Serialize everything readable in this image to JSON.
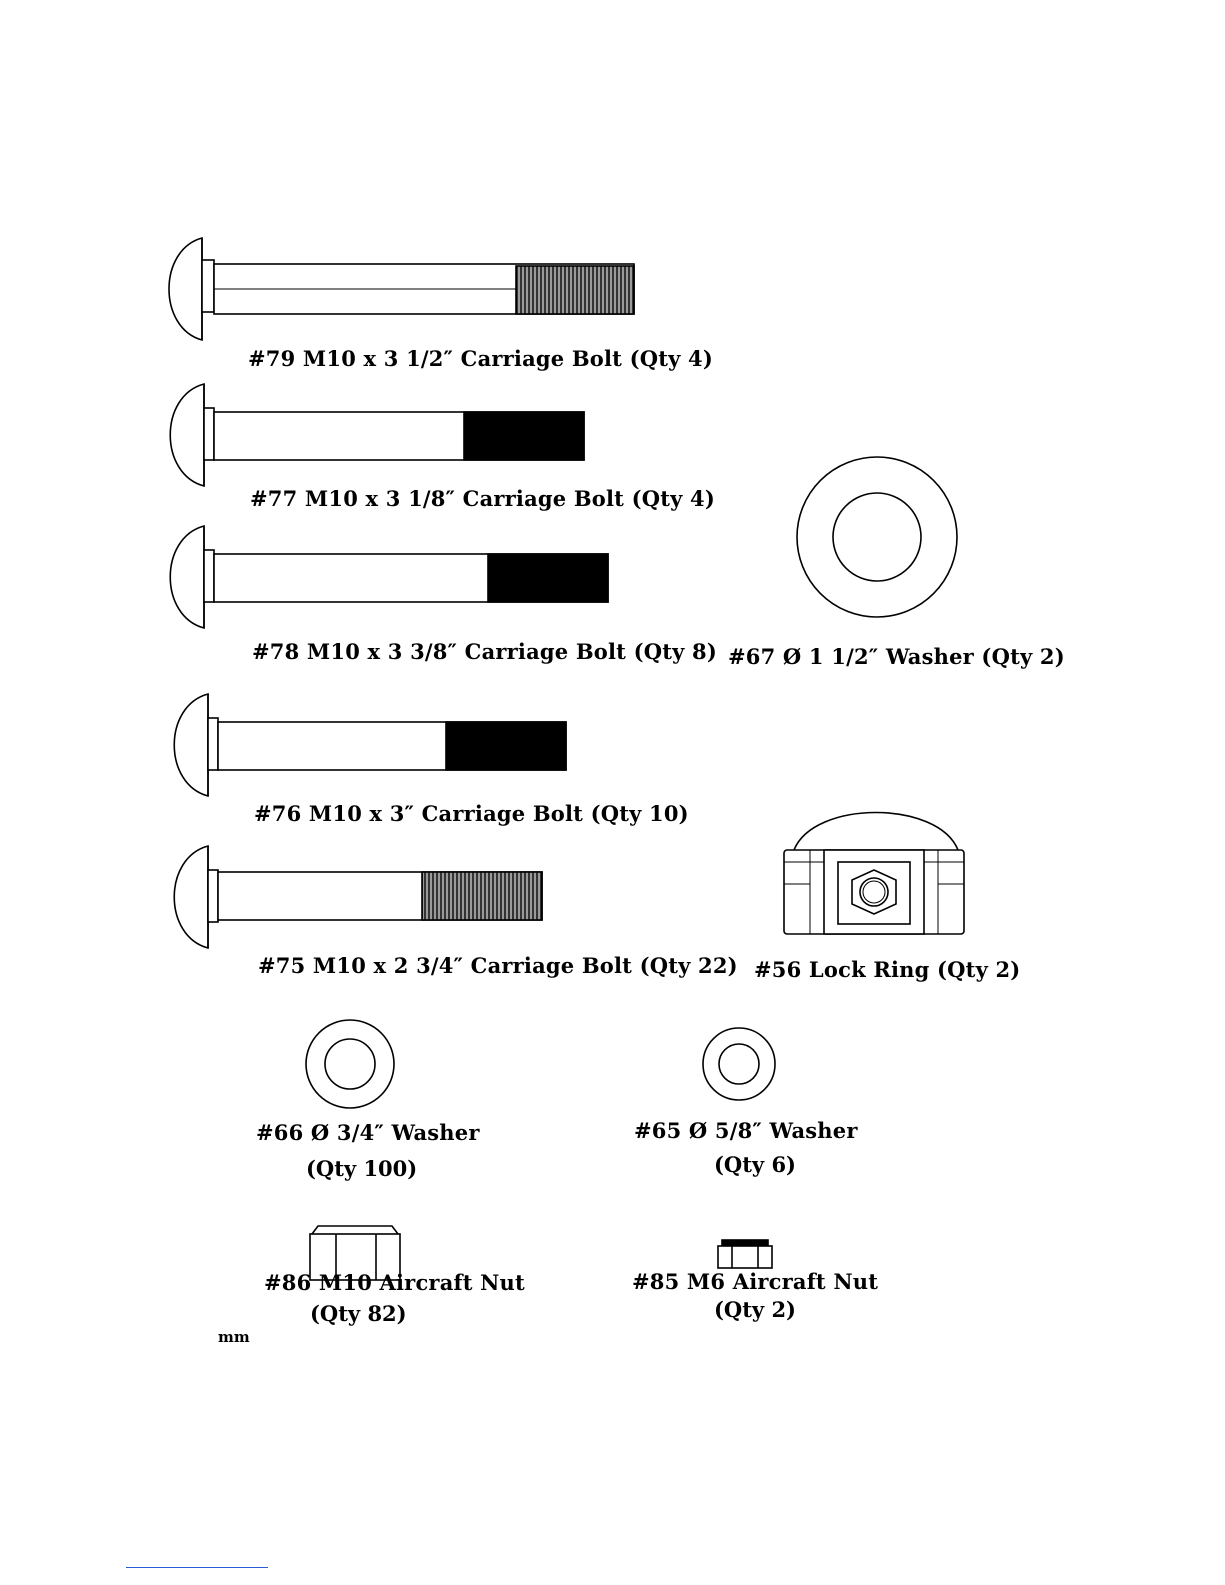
{
  "parts": [
    {
      "id": "79",
      "label": "#79 M10 x 3 1/2″ Carriage Bolt (Qty 4)"
    },
    {
      "id": "77",
      "label": "#77 M10 x 3 1/8″ Carriage Bolt (Qty 4)"
    },
    {
      "id": "78",
      "label": "#78 M10 x 3 3/8″ Carriage Bolt (Qty 8)"
    },
    {
      "id": "76",
      "label": "#76 M10 x 3″ Carriage Bolt (Qty 10)"
    },
    {
      "id": "75",
      "label": "#75 M10 x 2 3/4″ Carriage Bolt (Qty 22)"
    },
    {
      "id": "67",
      "label": "#67 Ø 1 1/2″ Washer (Qty 2)"
    },
    {
      "id": "56",
      "label": "#56 Lock Ring (Qty 2)"
    },
    {
      "id": "66",
      "label": "#66 Ø 3/4″ Washer",
      "qty": "(Qty 100)"
    },
    {
      "id": "65",
      "label": "#65 Ø 5/8″ Washer",
      "qty": "(Qty 6)"
    },
    {
      "id": "86",
      "label": "#86 M10 Aircraft Nut",
      "qty": "(Qty 82)"
    },
    {
      "id": "85",
      "label": "#85 M6 Aircraft Nut",
      "qty": "(Qty 2)"
    }
  ],
  "unit_mark": "mm",
  "colors": {
    "ink": "#000000",
    "rule": "#2a5bd7"
  }
}
